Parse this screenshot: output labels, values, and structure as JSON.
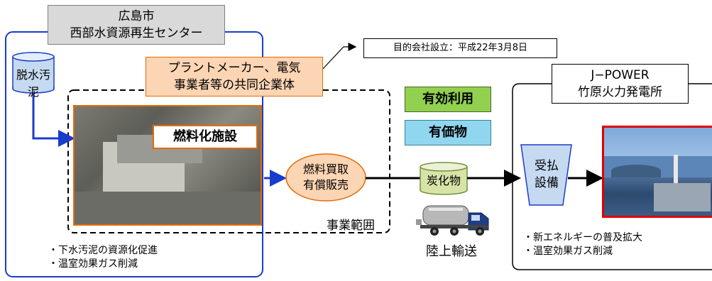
{
  "left_org": {
    "title_line1": "広島市",
    "title_line2": "西部水資源再生センター"
  },
  "sludge": "脱水汚泥",
  "consortium": {
    "line1": "プラントメーカー、電気",
    "line2": "事業者等の共同企業体"
  },
  "established": "目的会社設立：平成22年3月8日",
  "facility_label": "燃料化施設",
  "business_scope": "事業範囲",
  "left_notes": [
    "・下水汚泥の資源化促進",
    "・温室効果ガス削減"
  ],
  "sale": {
    "line1": "燃料買取",
    "line2": "有償販売"
  },
  "effective_use": "有効利用",
  "valuable": "有価物",
  "carbide": "炭化物",
  "transport": "陸上輸送",
  "right_org": {
    "title_line1": "J−POWER",
    "title_line2": "竹原火力発電所"
  },
  "receiving": {
    "line1": "受払",
    "line2": "設備"
  },
  "right_notes": [
    "・新エネルギーの普及拡大",
    "・温室効果ガス削減"
  ],
  "colors": {
    "blue_frame": "#1a3ccc",
    "orange_box": "#fcd5b4",
    "orange_border": "#e36c09",
    "green_box": "#92d050",
    "cyan_box": "#8fd6ee",
    "sludge_cyl": "#c5d9f1",
    "carbide_cyl": "#d7e4a8",
    "receiving": "#c5d9f1",
    "gray_title": "#d9d9d9",
    "power_border": "#e00000"
  }
}
